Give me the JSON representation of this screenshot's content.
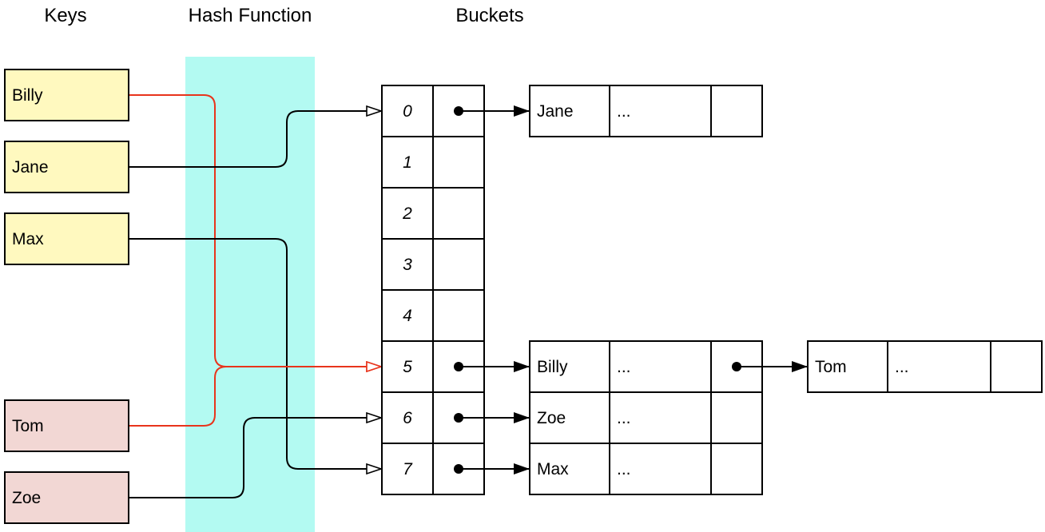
{
  "headers": {
    "keys": "Keys",
    "hash_function": "Hash Function",
    "buckets": "Buckets"
  },
  "colors": {
    "hash_band": "#B3FAF2",
    "key_yellow": "#FFF9BF",
    "key_pink": "#F2D7D4",
    "collision_line": "#E8341C",
    "line": "#000000"
  },
  "keys": [
    {
      "label": "Billy",
      "color": "yellow",
      "bucket": 5,
      "collision": true
    },
    {
      "label": "Jane",
      "color": "yellow",
      "bucket": 0,
      "collision": false
    },
    {
      "label": "Max",
      "color": "yellow",
      "bucket": 7,
      "collision": false
    },
    {
      "label": "Tom",
      "color": "pink",
      "bucket": 5,
      "collision": true
    },
    {
      "label": "Zoe",
      "color": "pink",
      "bucket": 6,
      "collision": false
    }
  ],
  "buckets": [
    {
      "index": "0",
      "has_pointer": true
    },
    {
      "index": "1",
      "has_pointer": false
    },
    {
      "index": "2",
      "has_pointer": false
    },
    {
      "index": "3",
      "has_pointer": false
    },
    {
      "index": "4",
      "has_pointer": false
    },
    {
      "index": "5",
      "has_pointer": true
    },
    {
      "index": "6",
      "has_pointer": true
    },
    {
      "index": "7",
      "has_pointer": true
    }
  ],
  "entries": [
    {
      "bucket": 0,
      "key": "Jane",
      "value": "...",
      "next": false
    },
    {
      "bucket": 5,
      "key": "Billy",
      "value": "...",
      "next": true
    },
    {
      "bucket": 6,
      "key": "Zoe",
      "value": "...",
      "next": false
    },
    {
      "bucket": 7,
      "key": "Max",
      "value": "...",
      "next": false
    }
  ],
  "chained_entries": [
    {
      "bucket": 5,
      "key": "Tom",
      "value": "..."
    }
  ]
}
